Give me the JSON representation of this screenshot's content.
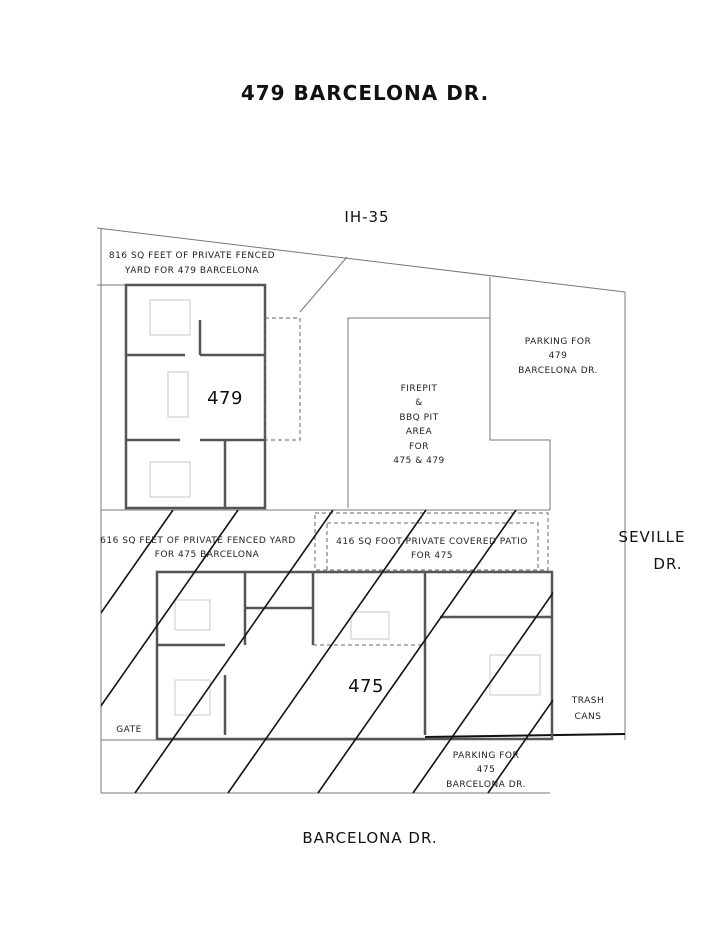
{
  "title": "479 BARCELONA DR.",
  "streets": {
    "north": "IH-35",
    "east_line1": "SEVILLE",
    "east_line2": "DR.",
    "south": "BARCELONA DR."
  },
  "units": {
    "unit_479": "479",
    "unit_475": "475"
  },
  "areas": {
    "yard_479": [
      "816 SQ FEET OF PRIVATE FENCED",
      "YARD FOR 479 BARCELONA"
    ],
    "firepit": [
      "FIREPIT",
      "&",
      "BBQ PIT",
      "AREA",
      "FOR",
      "475 & 479"
    ],
    "parking_479": [
      "PARKING FOR",
      "479",
      "BARCELONA DR."
    ],
    "yard_475": [
      "616 SQ FEET OF PRIVATE FENCED YARD",
      "FOR 475 BARCELONA"
    ],
    "patio_475": [
      "416 SQ FOOT PRIVATE COVERED PATIO",
      "FOR 475"
    ],
    "gate": "GATE",
    "trash": [
      "TRASH",
      "CANS"
    ],
    "parking_475": [
      "PARKING FOR",
      "475",
      "BARCELONA DR."
    ]
  }
}
